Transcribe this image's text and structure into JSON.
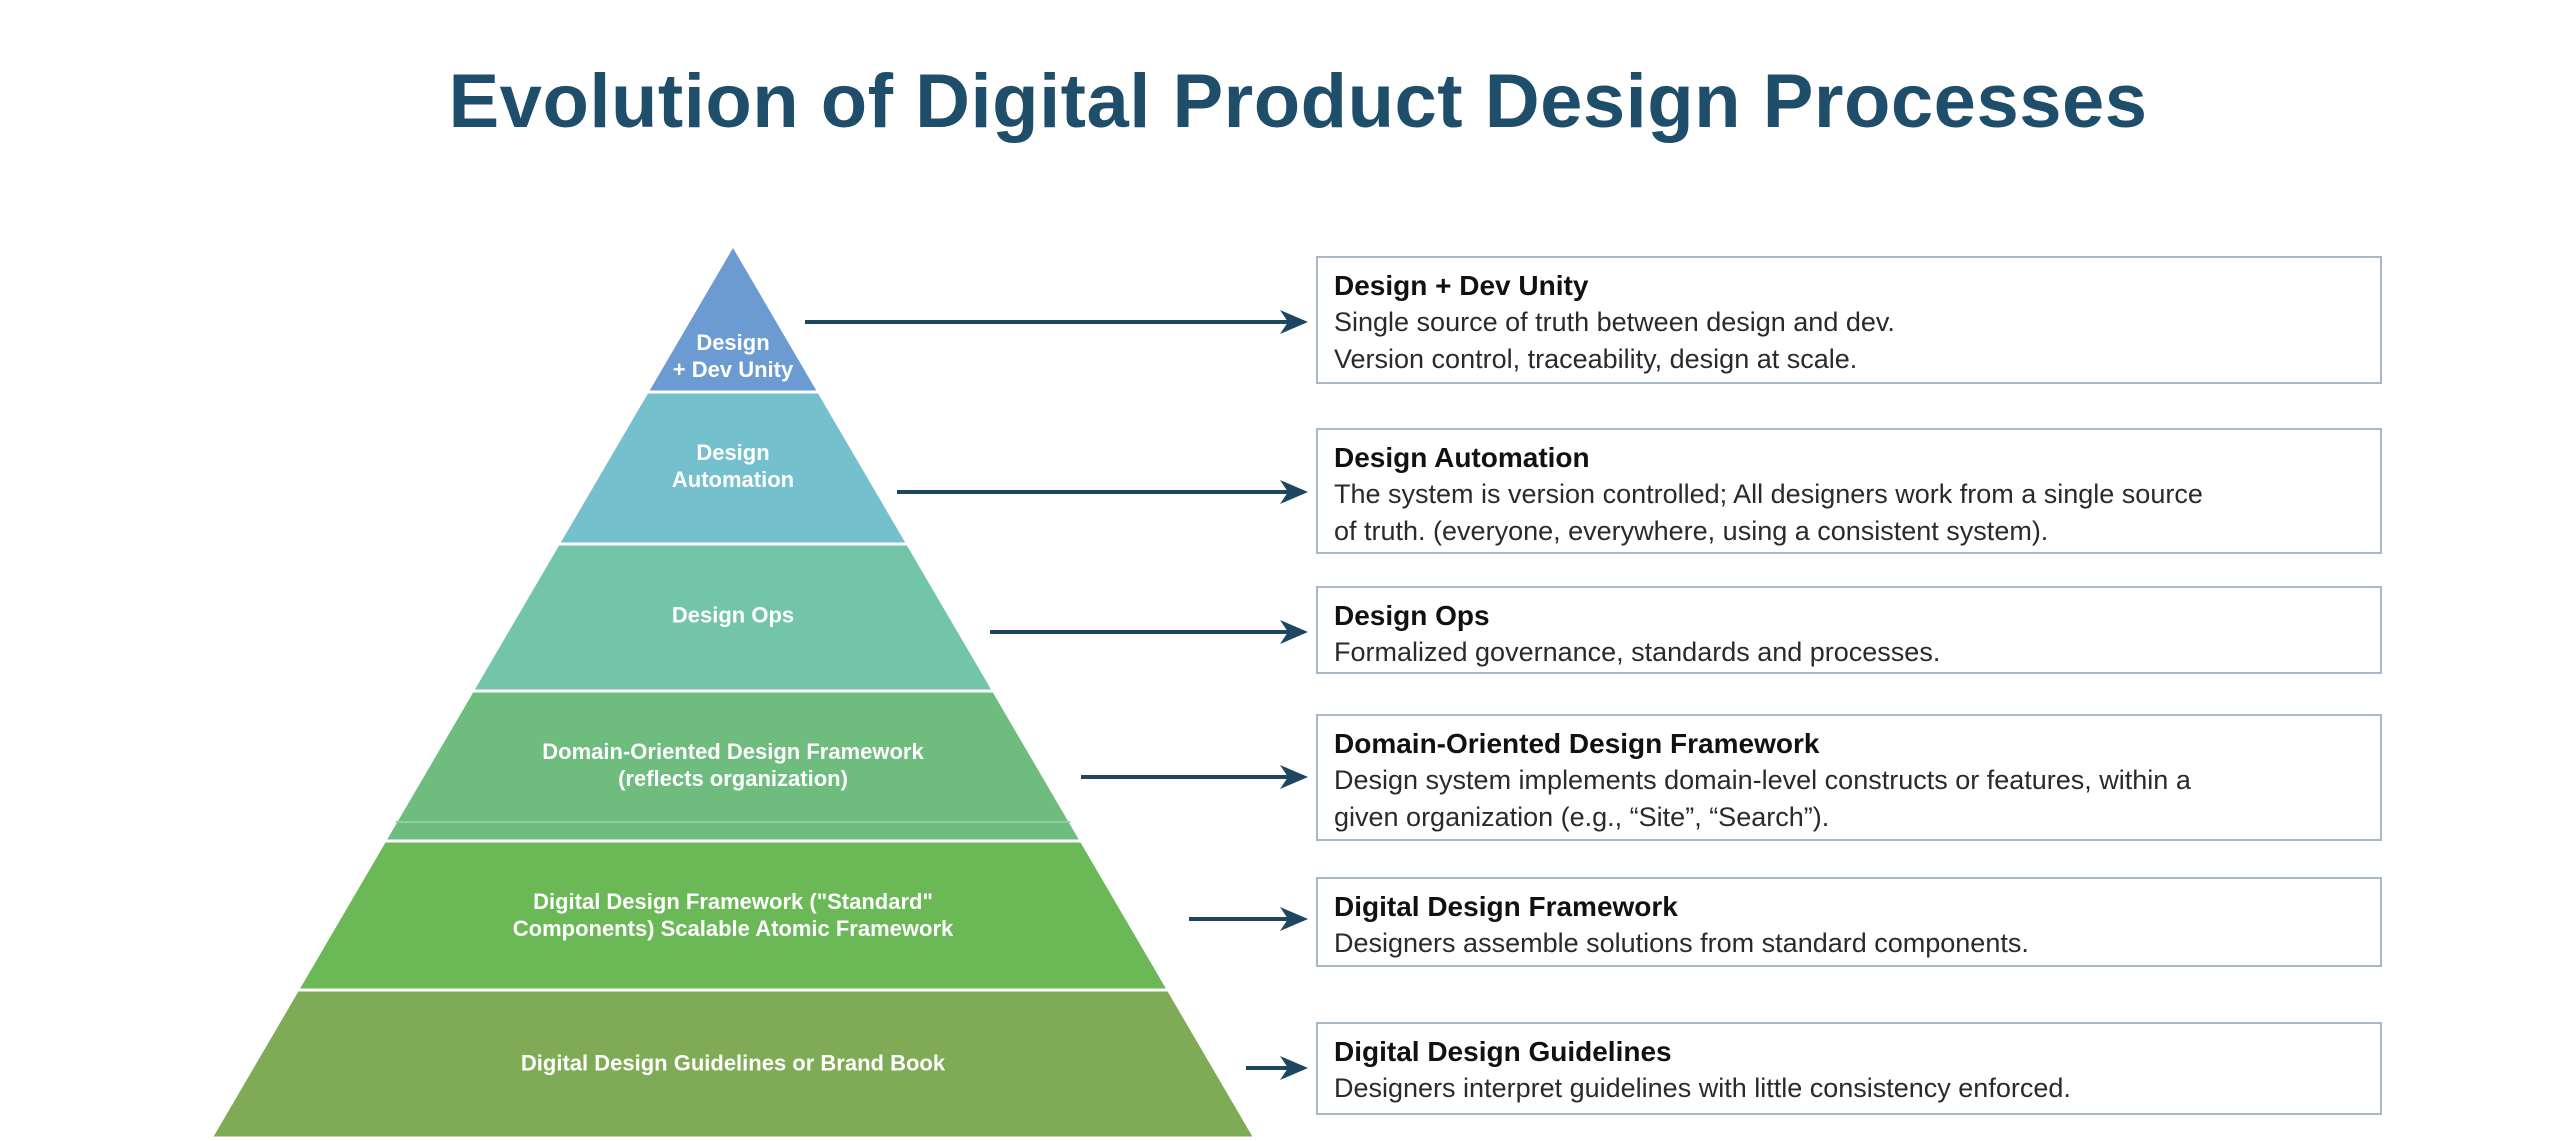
{
  "title": "Evolution of Digital Product Design Processes",
  "colors": {
    "title": "#1f4e6b",
    "arrow": "#1f4660",
    "levels": [
      "#6b9bd1",
      "#74c0cc",
      "#73c5aa",
      "#6ebd7f",
      "#6ab856",
      "#7faa56"
    ]
  },
  "levels": [
    {
      "pyramid_label": [
        "Design",
        "+ Dev Unity"
      ],
      "box_title": "Design + Dev Unity",
      "box_text": [
        "Single source of truth between design and dev.",
        "Version control, traceability, design at scale."
      ]
    },
    {
      "pyramid_label": [
        "Design",
        "Automation"
      ],
      "box_title": "Design Automation",
      "box_text": [
        "The system is version controlled; All designers work from a single source",
        "of truth. (everyone, everywhere, using a consistent system)."
      ]
    },
    {
      "pyramid_label": [
        "Design Ops"
      ],
      "box_title": "Design Ops",
      "box_text": [
        "Formalized governance, standards and processes."
      ]
    },
    {
      "pyramid_label": [
        "Domain-Oriented Design Framework",
        "(reflects organization)"
      ],
      "box_title": "Domain-Oriented Design Framework",
      "box_text": [
        "Design system implements domain-level constructs or features, within a",
        "given organization (e.g., “Site”, “Search”)."
      ]
    },
    {
      "pyramid_label": [
        "Digital Design Framework (\"Standard\"",
        "Components) Scalable Atomic Framework"
      ],
      "box_title": "Digital Design Framework",
      "box_text": [
        "Designers assemble solutions from standard components."
      ]
    },
    {
      "pyramid_label": [
        "Digital Design Guidelines or Brand Book"
      ],
      "box_title": "Digital Design Guidelines",
      "box_text": [
        "Designers interpret guidelines with little consistency enforced."
      ]
    }
  ]
}
